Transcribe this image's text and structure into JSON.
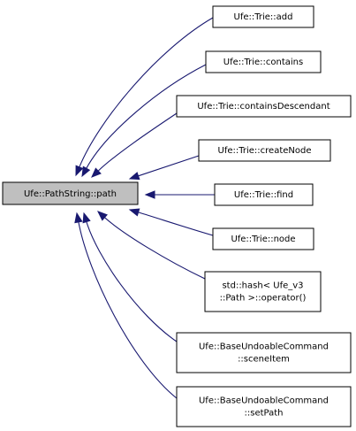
{
  "diagram": {
    "type": "caller-graph",
    "colors": {
      "edge": "#191970",
      "root_fill": "#bfbfbf",
      "node_fill": "#ffffff",
      "border": "#000000"
    },
    "root": {
      "label": "Ufe::PathString::path"
    },
    "callers": [
      {
        "lines": [
          "Ufe::Trie::add"
        ]
      },
      {
        "lines": [
          "Ufe::Trie::contains"
        ]
      },
      {
        "lines": [
          "Ufe::Trie::containsDescendant"
        ]
      },
      {
        "lines": [
          "Ufe::Trie::createNode"
        ]
      },
      {
        "lines": [
          "Ufe::Trie::find"
        ]
      },
      {
        "lines": [
          "Ufe::Trie::node"
        ]
      },
      {
        "lines": [
          "std::hash< Ufe_v3",
          "::Path >::operator()"
        ]
      },
      {
        "lines": [
          "Ufe::BaseUndoableCommand",
          "::sceneItem"
        ]
      },
      {
        "lines": [
          "Ufe::BaseUndoableCommand",
          "::setPath"
        ]
      }
    ]
  }
}
